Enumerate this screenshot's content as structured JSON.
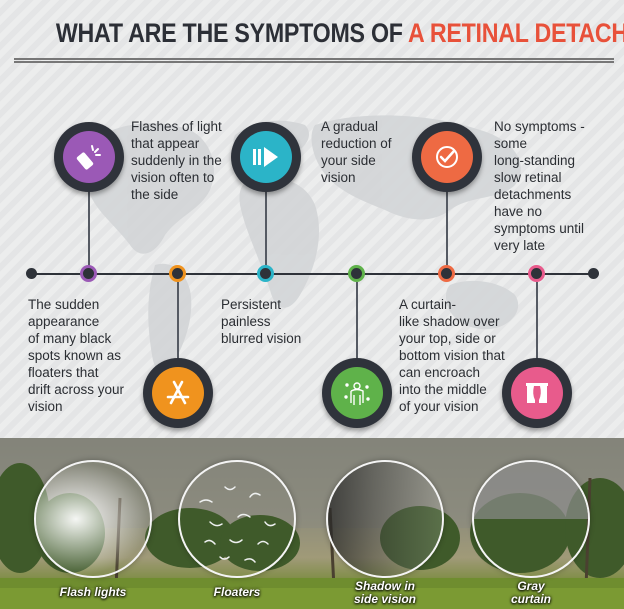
{
  "title": {
    "part1": "WHAT ARE THE SYMPTOMS OF",
    "part2": "A RETINAL DETACHMENT?"
  },
  "colors": {
    "accent": "#e8513a",
    "dark": "#2e3239",
    "purple": "#9b59b6",
    "orange": "#f0931e",
    "teal": "#2bb4c8",
    "green": "#5fb24a",
    "red": "#ee6a43",
    "pink": "#e85b8c"
  },
  "symptoms_top": [
    {
      "icon": "flashlight-icon",
      "lines": [
        "Flashes of light",
        "that appear",
        "suddenly in the",
        "vision often to",
        "the side"
      ]
    },
    {
      "icon": "fast-forward-icon",
      "lines": [
        "A gradual",
        "reduction of",
        "your side",
        "vision"
      ]
    },
    {
      "icon": "check-badge-icon",
      "lines": [
        "No symptoms -",
        "some",
        "long-standing",
        "slow retinal",
        "detachments",
        "have no",
        "symptoms until",
        "very late"
      ]
    }
  ],
  "symptoms_bottom": [
    {
      "icon": "app-store-icon",
      "lines": [
        "The sudden",
        "appearance",
        "of many black",
        "spots known as",
        "floaters that",
        "drift across your",
        "vision"
      ]
    },
    {
      "icon": "none",
      "lines": [
        "Persistent",
        "painless",
        "blurred vision"
      ]
    },
    {
      "icon": "tree-person-icon",
      "lines": [
        "A curtain-",
        "like shadow over",
        "your top, side or",
        "bottom vision that",
        "can encroach",
        "into the middle",
        "of your vision"
      ]
    },
    {
      "icon": "curtain-icon",
      "lines": []
    }
  ],
  "photo_captions": {
    "flash": "Flash lights",
    "floaters": "Floaters",
    "shadow1": "Shadow in",
    "shadow2": "side vision",
    "gray1": "Gray",
    "gray2": "curtain"
  }
}
